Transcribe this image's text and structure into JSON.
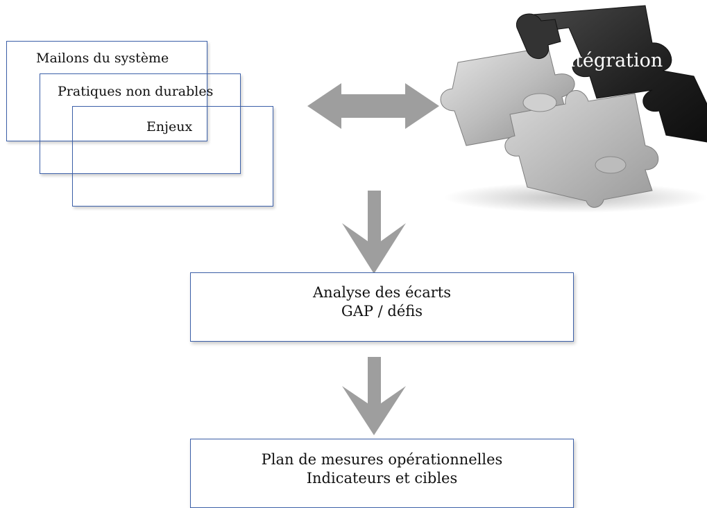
{
  "stack": {
    "maillons": "Mailons du système",
    "pratiques": "Pratiques non durables",
    "enjeux": "Enjeux"
  },
  "puzzle": {
    "label": "Intégration"
  },
  "analyse": {
    "line1": "Analyse des écarts",
    "line2": "GAP / défis"
  },
  "plan": {
    "line1": "Plan de mesures opérationnelles",
    "line2": "Indicateurs et cibles"
  },
  "colors": {
    "frame_border": "#3b5fa8",
    "arrow": "#9e9e9e",
    "puzzle_dark": "#2b2b2b",
    "puzzle_light": "#c8c8c8"
  }
}
